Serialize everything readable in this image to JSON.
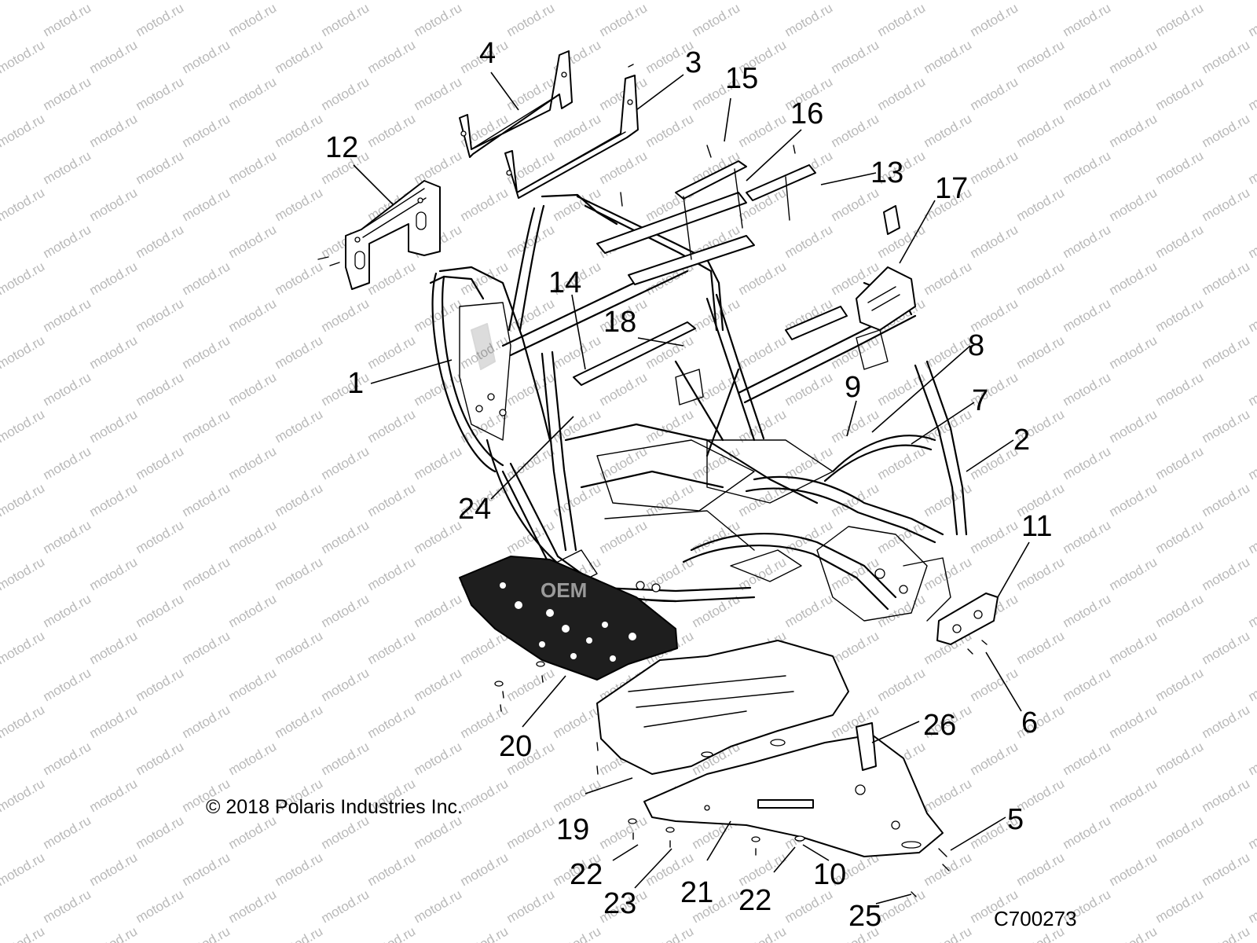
{
  "watermark": {
    "text": "motod.ru"
  },
  "copyright": "© 2018 Polaris Industries Inc.",
  "diagram_code": "C700273",
  "skid_logo": "OEM",
  "callouts": [
    {
      "id": "c1",
      "label": "1"
    },
    {
      "id": "c2",
      "label": "2"
    },
    {
      "id": "c3",
      "label": "3"
    },
    {
      "id": "c4",
      "label": "4"
    },
    {
      "id": "c5",
      "label": "5"
    },
    {
      "id": "c6",
      "label": "6"
    },
    {
      "id": "c7",
      "label": "7"
    },
    {
      "id": "c8",
      "label": "8"
    },
    {
      "id": "c9",
      "label": "9"
    },
    {
      "id": "c10",
      "label": "10"
    },
    {
      "id": "c11",
      "label": "11"
    },
    {
      "id": "c12",
      "label": "12"
    },
    {
      "id": "c13",
      "label": "13"
    },
    {
      "id": "c14",
      "label": "14"
    },
    {
      "id": "c15",
      "label": "15"
    },
    {
      "id": "c16",
      "label": "16"
    },
    {
      "id": "c17",
      "label": "17"
    },
    {
      "id": "c18",
      "label": "18"
    },
    {
      "id": "c19",
      "label": "19"
    },
    {
      "id": "c20",
      "label": "20"
    },
    {
      "id": "c21",
      "label": "21"
    },
    {
      "id": "c22a",
      "label": "22"
    },
    {
      "id": "c22b",
      "label": "22"
    },
    {
      "id": "c23",
      "label": "23"
    },
    {
      "id": "c24",
      "label": "24"
    },
    {
      "id": "c25",
      "label": "25"
    },
    {
      "id": "c26",
      "label": "26"
    }
  ]
}
